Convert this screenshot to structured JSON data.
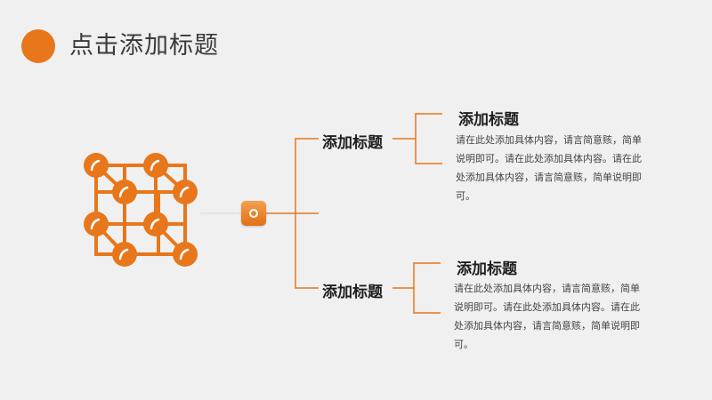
{
  "header": {
    "title": "点击添加标题"
  },
  "branches": [
    {
      "label": "添加标题",
      "item": {
        "title": "添加标题",
        "desc": "请在此处添加具体内容，请言简意赅，简单说明即可。请在此处添加具体内容。请在此处添加具体内容，请言简意赅，简单说明即可。"
      }
    },
    {
      "label": "添加标题",
      "item": {
        "title": "添加标题",
        "desc": "请在此处添加具体内容，请言简意赅，简单说明即可。请在此处添加具体内容。请在此处添加具体内容，请言简意赅，简单说明即可。"
      }
    }
  ],
  "colors": {
    "accent": "#e8761a",
    "text": "#1e1e1e",
    "background": "#f0f0f0"
  },
  "icons": {
    "main": "molecule-cube-icon",
    "hub": "ring-icon"
  }
}
